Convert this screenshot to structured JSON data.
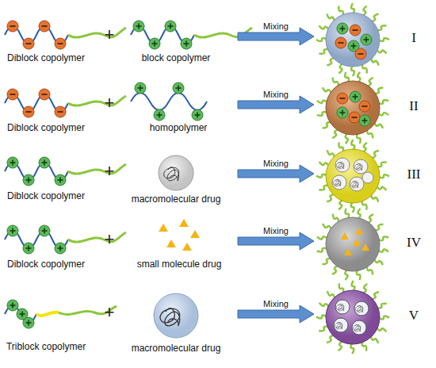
{
  "diagram": {
    "labels": [
      "Diblock copolymer",
      "+",
      "block copolymer",
      "Mixing",
      "I",
      "Diblock copolymer",
      "+",
      "homopolymer",
      "Mixing",
      "II",
      "Diblock copolymer",
      "+",
      "macromolecular drug",
      "Mixing",
      "III",
      "Diblock copolymer",
      "+",
      "small molecule drug",
      "Mixing",
      "IV",
      "Triblock copolymer",
      "+",
      "macromolecular drug",
      "Mixing",
      "V"
    ]
  }
}
